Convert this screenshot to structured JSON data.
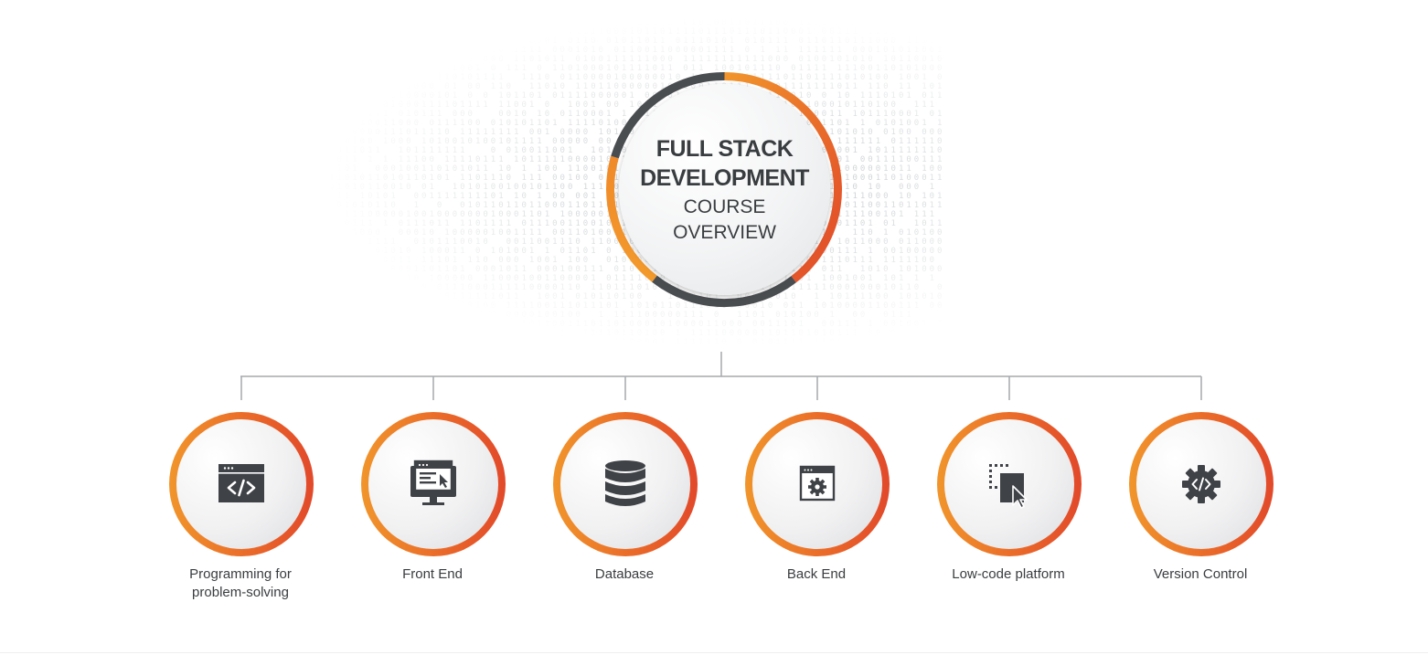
{
  "hub": {
    "title": "FULL STACK DEVELOPMENT",
    "subtitle": "COURSE OVERVIEW"
  },
  "modules": [
    {
      "label": "Programming for\nproblem-solving",
      "icon": "code-window-icon"
    },
    {
      "label": "Front End",
      "icon": "monitor-ui-icon"
    },
    {
      "label": "Database",
      "icon": "database-icon"
    },
    {
      "label": "Back End",
      "icon": "gear-window-icon"
    },
    {
      "label": "Low-code platform",
      "icon": "drag-drop-cursor-icon"
    },
    {
      "label": "Version Control",
      "icon": "code-gear-icon"
    }
  ],
  "colors": {
    "orange_light": "#f1952b",
    "orange_dark": "#e2492a",
    "charcoal": "#4a4d50",
    "text": "#3a3d40",
    "connector": "#a7a9ac"
  }
}
